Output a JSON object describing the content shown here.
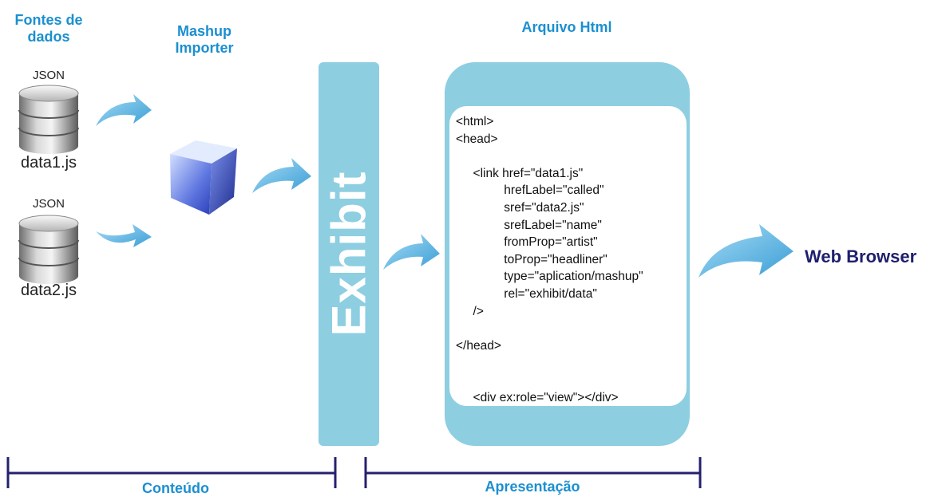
{
  "sources": {
    "heading_line1": "Fontes de",
    "heading_line2": "dados",
    "db1": {
      "format": "JSON",
      "file": "data1.js"
    },
    "db2": {
      "format": "JSON",
      "file": "data2.js"
    }
  },
  "importer": {
    "heading_line1": "Mashup",
    "heading_line2": "Importer"
  },
  "exhibit": {
    "label": "Exhibit"
  },
  "html_file": {
    "heading": "Arquivo Html",
    "code_lines": [
      "<html>",
      "<head>",
      "",
      "     <link href=\"data1.js\"",
      "              hrefLabel=\"called\"",
      "              sref=\"data2.js\"",
      "              srefLabel=\"name\"",
      "              fromProp=\"artist\"",
      "              toProp=\"headliner\"",
      "              type=\"aplication/mashup\"",
      "              rel=\"exhibit/data\"",
      "     />",
      "",
      "</head>",
      "",
      "",
      "     <div ex:role=\"view\"></div>"
    ]
  },
  "output": {
    "label": "Web Browser"
  },
  "brackets": {
    "left_label": "Conteúdo",
    "right_label": "Apresentação"
  },
  "colors": {
    "heading": "#1b8fd0",
    "panel": "#8ecee1",
    "arrow": "#4fb0e0",
    "bracket": "#25206e",
    "browser_text": "#1f1f6e"
  },
  "icons": {
    "database": "database-cylinder-icon",
    "importer": "blue-cube-icon",
    "flow": "curved-arrow-icon"
  }
}
